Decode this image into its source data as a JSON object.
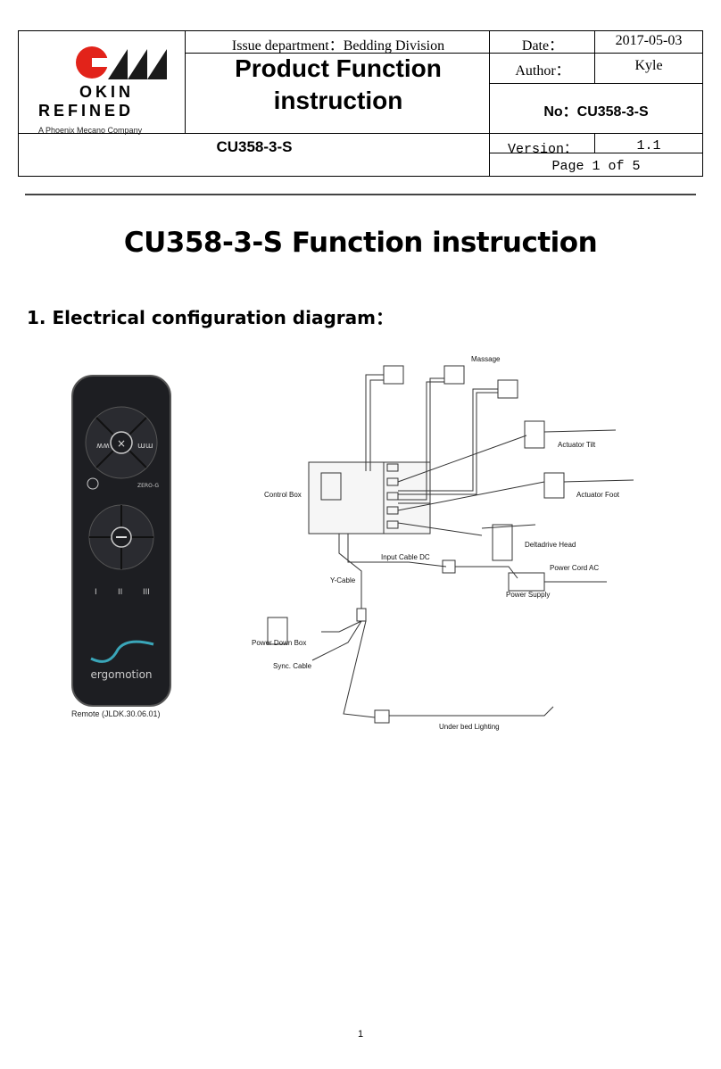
{
  "header": {
    "brand_line1": "OKIN",
    "brand_line2": "REFINED",
    "brand_tagline": "A Phoenix Mecano Company",
    "issue_department": "Issue department：Bedding Division",
    "doc_title": "Product Function instruction",
    "product_code": "CU358-3-S",
    "date_label": "Date：",
    "date_value": "2017-05-03",
    "author_label": "Author：",
    "author_value": "Kyle",
    "number": "No：CU358-3-S",
    "version_label": "Version：",
    "version_value": "1.1",
    "page_info": "Page 1 of 5"
  },
  "main": {
    "title": "CU358-3-S Function instruction",
    "section_heading": "1.  Electrical configuration diagram：",
    "remote": {
      "brand": "ergomotion",
      "caption": "Remote (JLDK.30.06.01)"
    },
    "diagram_labels": {
      "massage": "Massage",
      "actuator_tilt": "Actuator Tilt",
      "actuator_foot": "Actuator Foot",
      "control_box": "Control Box",
      "deltadrive_head": "Deltadrive Head",
      "input_cable": "Input Cable DC",
      "power_cord": "Power Cord AC",
      "y_cable": "Y-Cable",
      "power_supply": "Power Supply",
      "power_down_box": "Power Down Box",
      "sync_cable": "Sync. Cable",
      "under_bed_lighting": "Under bed Lighting"
    }
  },
  "footer": {
    "page_number": "1"
  }
}
